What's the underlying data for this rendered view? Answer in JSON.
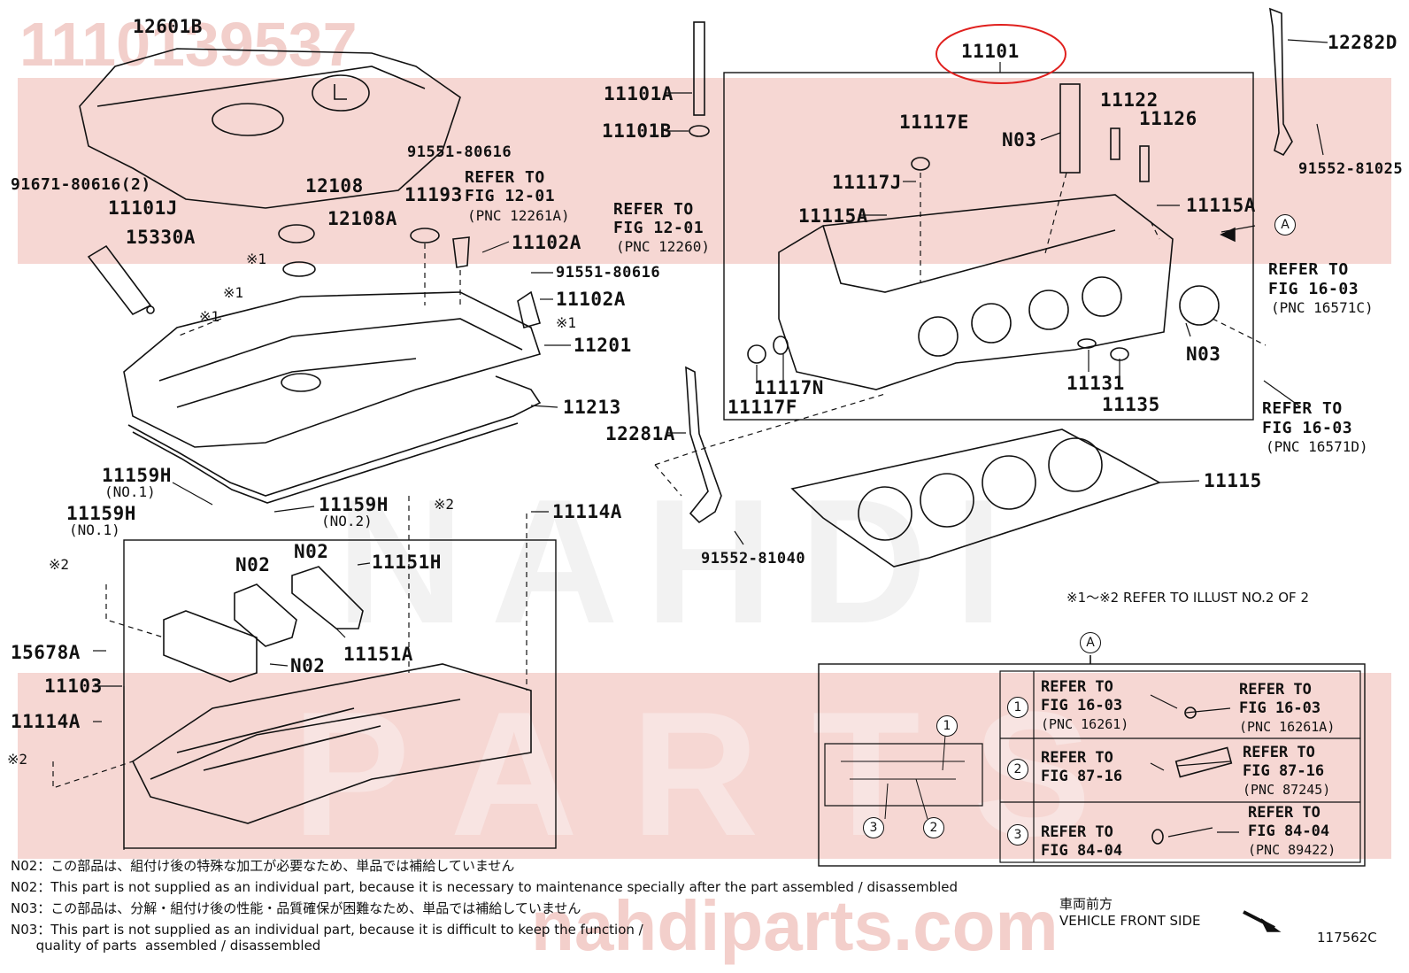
{
  "watermark": {
    "part_number": "1110139537",
    "brand_main": "NAHDI",
    "brand_sub": "PARTS",
    "site": "nahdiparts.com"
  },
  "labels": {
    "l12601B": "12601B",
    "l91671": "91671-80616(2)",
    "l11101J": "11101J",
    "l15330A": "15330A",
    "l12108": "12108",
    "l12108A": "12108A",
    "l11193": "11193",
    "l91551a": "91551-80616",
    "refer1201a": "REFER TO",
    "fig1201a": "FIG 12-01",
    "pnc12261A": "(PNC 12261A)",
    "refer1201b": "REFER TO",
    "fig1201b": "FIG 12-01",
    "pnc12260": "(PNC 12260)",
    "l11102Aa": "11102A",
    "l91551b": "91551-80616",
    "l11102Ab": "11102A",
    "mark1a": "※1",
    "mark1b": "※1",
    "mark1c": "※1",
    "mark1d": "※1",
    "l11201": "11201",
    "l11213": "11213",
    "l11101A": "11101A",
    "l11101B": "11101B",
    "l11101": "11101",
    "lN03a": "N03",
    "l11117E": "11117E",
    "l11117J": "11117J",
    "l11115Aa": "11115A",
    "l11122": "11122",
    "l11126": "11126",
    "l11115Ab": "11115A",
    "l12282D": "12282D",
    "l91552b": "91552-81025",
    "circleA": "A",
    "referc1": "REFER TO",
    "figc1": "FIG 16-03",
    "pnc16571C": "(PNC 16571C)",
    "lN03b": "N03",
    "l11117N": "11117N",
    "l11117F": "11117F",
    "l11131": "11131",
    "l11135": "11135",
    "referd1": "REFER TO",
    "figd1": "FIG 16-03",
    "pnc16571D": "(PNC 16571D)",
    "l12281A": "12281A",
    "l91552a": "91552-81040",
    "l11115": "11115",
    "l11159Ha": "11159H",
    "no1a": "(NO.1)",
    "l11159Hb": "11159H",
    "no1b": "(NO.1)",
    "l11159Hc": "11159H",
    "no2": "(NO.2)",
    "mark2a": "※2",
    "l11114Aa": "11114A",
    "mark2b": "※2",
    "lN02a": "N02",
    "lN02b": "N02",
    "l11151H": "11151H",
    "l15678A": "15678A",
    "l11151A": "11151A",
    "lN02c": "N02",
    "l11103": "11103",
    "l11114Ab": "11114A",
    "mark2c": "※2",
    "illust_ref": "※1～※2  REFER TO ILLUST NO.2 OF 2",
    "detail_A": "A",
    "vehicle_jp": "車両前方",
    "vehicle_en": "VEHICLE FRONT SIDE",
    "fig_code": "117562C"
  },
  "detail_rows": [
    {
      "num": "1",
      "left_refer": "REFER TO",
      "left_fig": "FIG 16-03",
      "left_pnc": "(PNC 16261)",
      "right_refer": "REFER TO",
      "right_fig": "FIG 16-03",
      "right_pnc": "(PNC 16261A)"
    },
    {
      "num": "2",
      "left_refer": "REFER TO",
      "left_fig": "FIG 87-16",
      "left_pnc": "",
      "right_refer": "REFER TO",
      "right_fig": "FIG 87-16",
      "right_pnc": "(PNC 87245)"
    },
    {
      "num": "3",
      "left_refer": "REFER TO",
      "left_fig": "FIG 84-04",
      "left_pnc": "",
      "right_refer": "REFER TO",
      "right_fig": "FIG 84-04",
      "right_pnc": "(PNC 89422)"
    }
  ],
  "detail_callouts": [
    "1",
    "3",
    "2"
  ],
  "notes": [
    "N02：この部品は、組付け後の特殊な加工が必要なため、単品では補給していません",
    "N02：This part is not supplied as an individual part, because it is necessary to maintenance specially after the part assembled / disassembled",
    "N03：この部品は、分解・組付け後の性能・品質確保が困難なため、単品では補給していません",
    "N03：This part is not supplied as an individual part, because it is difficult to keep the function /",
    "      quality of parts  assembled / disassembled"
  ],
  "colors": {
    "highlight": "#e0201e",
    "watermark": "#f3c9c4"
  }
}
